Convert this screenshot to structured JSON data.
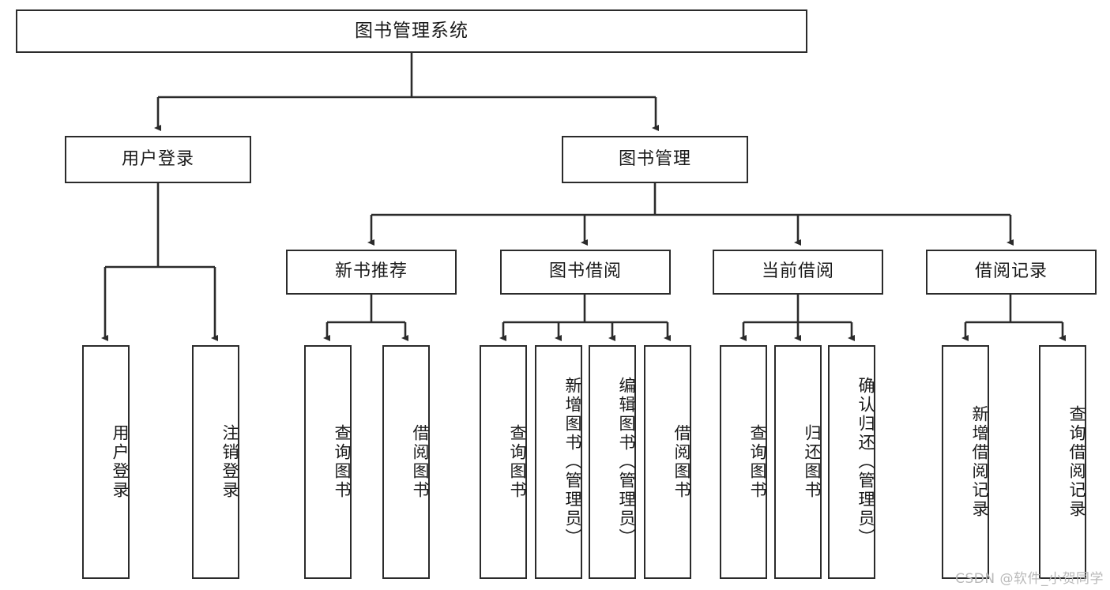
{
  "diagram": {
    "title": "图书管理系统",
    "type": "tree-hierarchy-chart",
    "watermark": "CSDN @软件_小贺同学",
    "colors": {
      "stroke": "#2b2b2b",
      "fill": "#ffffff",
      "text": "#1a1a1a",
      "watermark": "#b9b9b9"
    },
    "nodes": {
      "root": {
        "label": "图书管理系统"
      },
      "level2": [
        {
          "id": "user-login",
          "label": "用户登录"
        },
        {
          "id": "book-manage",
          "label": "图书管理"
        }
      ],
      "level3": [
        {
          "id": "new-book-recommend",
          "label": "新书推荐"
        },
        {
          "id": "book-borrow",
          "label": "图书借阅"
        },
        {
          "id": "current-borrow",
          "label": "当前借阅"
        },
        {
          "id": "borrow-record",
          "label": "借阅记录"
        }
      ],
      "leaves": {
        "user-login": [
          {
            "id": "leaf-user-login",
            "label": "用户登录"
          },
          {
            "id": "leaf-logout",
            "label": "注销登录"
          }
        ],
        "new-book-recommend": [
          {
            "id": "leaf-query-book-1",
            "label": "查询图书"
          },
          {
            "id": "leaf-borrow-book-1",
            "label": "借阅图书"
          }
        ],
        "book-borrow": [
          {
            "id": "leaf-query-book-2",
            "label": "查询图书"
          },
          {
            "id": "leaf-add-book",
            "label": "新增图书（管理员）"
          },
          {
            "id": "leaf-edit-book",
            "label": "编辑图书（管理员）"
          },
          {
            "id": "leaf-borrow-book-2",
            "label": "借阅图书"
          }
        ],
        "current-borrow": [
          {
            "id": "leaf-query-book-3",
            "label": "查询图书"
          },
          {
            "id": "leaf-return-book",
            "label": "归还图书"
          },
          {
            "id": "leaf-confirm-return",
            "label": "确认归还（管理员）"
          }
        ],
        "borrow-record": [
          {
            "id": "leaf-add-record",
            "label": "新增借阅记录"
          },
          {
            "id": "leaf-query-record",
            "label": "查询借阅记录"
          }
        ]
      }
    }
  }
}
